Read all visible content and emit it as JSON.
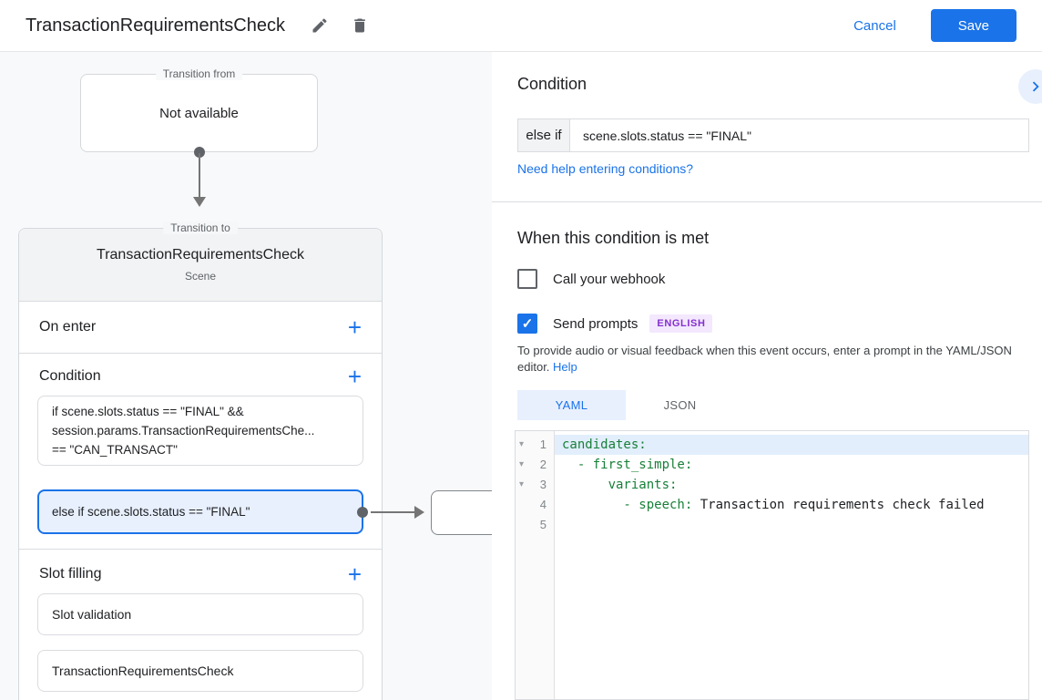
{
  "icons": {
    "plus": "+",
    "check": "✓",
    "collapse": "▾"
  },
  "colors": {
    "accent_blue": "#1a73e8",
    "selected_fill": "#e8f0fe",
    "code_key_green": "#188038",
    "badge_purple": "#8430ce"
  },
  "header": {
    "title": "TransactionRequirementsCheck",
    "cancel_label": "Cancel",
    "save_label": "Save"
  },
  "canvas": {
    "transition_from": {
      "label": "Transition from",
      "value": "Not available"
    },
    "card": {
      "label": "Transition to",
      "title": "TransactionRequirementsCheck",
      "subtitle": "Scene",
      "on_enter": {
        "title": "On enter"
      },
      "condition": {
        "title": "Condition",
        "items": [
          {
            "lines": [
              "if scene.slots.status == \"FINAL\" &&",
              "session.params.TransactionRequirementsChe...",
              "== \"CAN_TRANSACT\""
            ],
            "selected": false
          },
          {
            "text": "else if scene.slots.status == \"FINAL\"",
            "selected": true
          }
        ]
      },
      "slot_filling": {
        "title": "Slot filling",
        "items": [
          "Slot validation",
          "TransactionRequirementsCheck"
        ]
      }
    }
  },
  "panel": {
    "title": "Condition",
    "condition_row": {
      "prefix": "else if",
      "value": "scene.slots.status == \"FINAL\""
    },
    "help_link": "Need help entering conditions?",
    "when": {
      "title": "When this condition is met",
      "webhook": {
        "label": "Call your webhook",
        "checked": false
      },
      "prompts": {
        "label": "Send prompts",
        "checked": true,
        "badge": "ENGLISH"
      },
      "description": "To provide audio or visual feedback when this event occurs, enter a prompt in the YAML/JSON editor.",
      "description_link": "Help"
    },
    "tabs": [
      {
        "label": "YAML",
        "active": true
      },
      {
        "label": "JSON",
        "active": false
      }
    ],
    "editor": {
      "lines": [
        {
          "num": "1",
          "parts": [
            {
              "t": "candidates:",
              "type": "key"
            }
          ]
        },
        {
          "num": "2",
          "parts": [
            {
              "t": "  - first_simple:",
              "type": "key"
            }
          ]
        },
        {
          "num": "3",
          "parts": [
            {
              "t": "      variants:",
              "type": "key"
            }
          ]
        },
        {
          "num": "4",
          "parts": [
            {
              "t": "        - speech:",
              "type": "key"
            },
            {
              "t": " Transaction requirements check failed",
              "type": "text"
            }
          ]
        },
        {
          "num": "5",
          "parts": []
        }
      ]
    }
  }
}
